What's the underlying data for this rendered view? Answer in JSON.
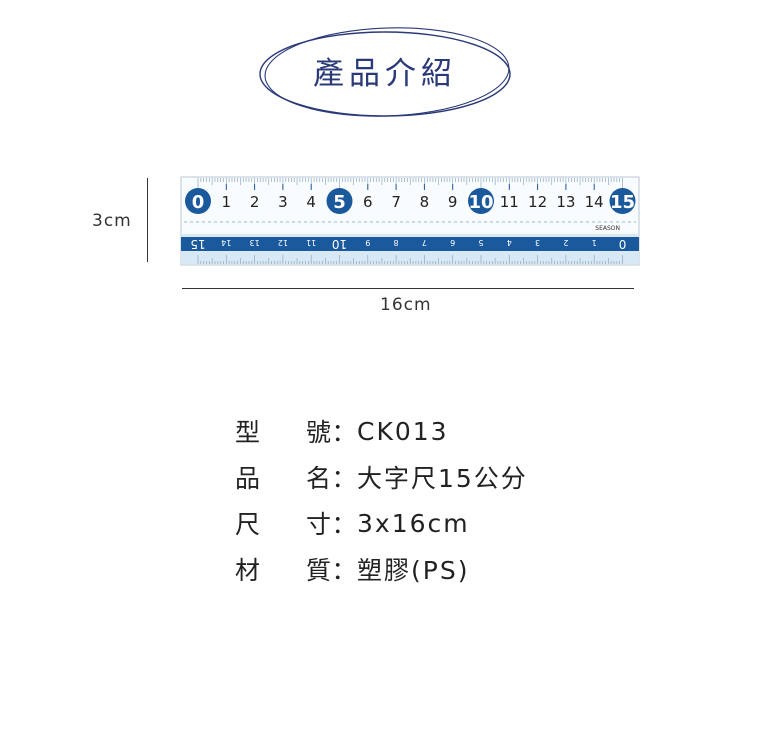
{
  "title": "產品介紹",
  "ruler": {
    "top_numbers": [
      "0",
      "1",
      "2",
      "3",
      "4",
      "5",
      "6",
      "7",
      "8",
      "9",
      "10",
      "11",
      "12",
      "13",
      "14",
      "15"
    ],
    "bottom_numbers": [
      "15",
      "14",
      "13",
      "12",
      "11",
      "10",
      "9",
      "8",
      "7",
      "6",
      "5",
      "4",
      "3",
      "2",
      "1",
      "0"
    ],
    "brand": "SEASON",
    "colors": {
      "accent": "#1a5a9c",
      "light": "#d8e9f5"
    }
  },
  "dimensions": {
    "height_label": "3cm",
    "width_label": "16cm"
  },
  "specs": [
    {
      "key_a": "型",
      "key_b": "號",
      "value": "CK013"
    },
    {
      "key_a": "品",
      "key_b": "名",
      "value": "大字尺15公分"
    },
    {
      "key_a": "尺",
      "key_b": "寸",
      "value": "3x16cm"
    },
    {
      "key_a": "材",
      "key_b": "質",
      "value": "塑膠(PS)"
    }
  ],
  "colon": "："
}
